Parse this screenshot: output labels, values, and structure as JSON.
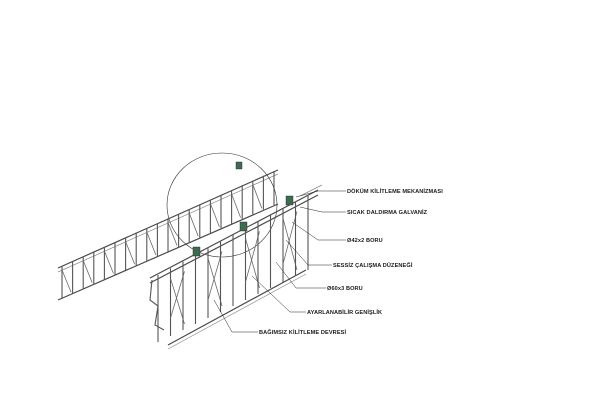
{
  "callouts": [
    {
      "id": "casting-lock",
      "text": "DÖKÜM KİLİTLEME MEKANİZMASI"
    },
    {
      "id": "hot-dip",
      "text": "SICAK DALDIRMA GALVANİZ"
    },
    {
      "id": "pipe-42",
      "text": "Ø42x2 BORU"
    },
    {
      "id": "silent",
      "text": "SESSİZ ÇALIŞMA DÜZENEĞİ"
    },
    {
      "id": "pipe-60",
      "text": "Ø60x3 BORU"
    },
    {
      "id": "adjustable",
      "text": "AYARLANABİLİR GENİŞLİK"
    },
    {
      "id": "independent",
      "text": "BAĞIMSIZ KİLİTLEME DEVRESİ"
    }
  ],
  "colors": {
    "steel": "#4a4a4a",
    "mechanism": "#3f6b4f",
    "text": "#1a1a1a"
  }
}
